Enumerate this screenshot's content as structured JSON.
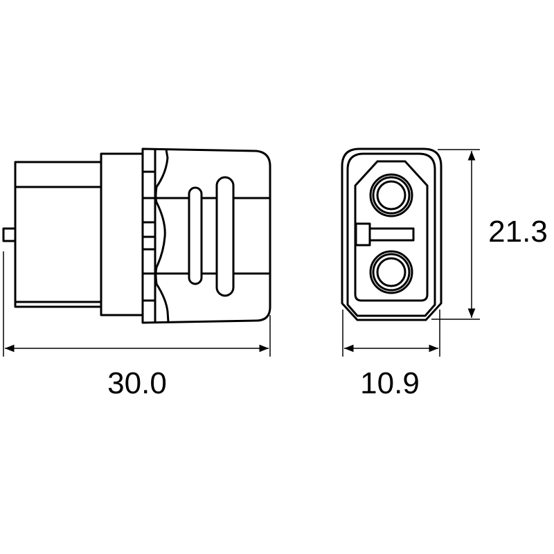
{
  "dimensions": {
    "length": "30.0",
    "width": "10.9",
    "height": "21.3"
  },
  "colors": {
    "line": "#000000",
    "background": "#ffffff"
  }
}
